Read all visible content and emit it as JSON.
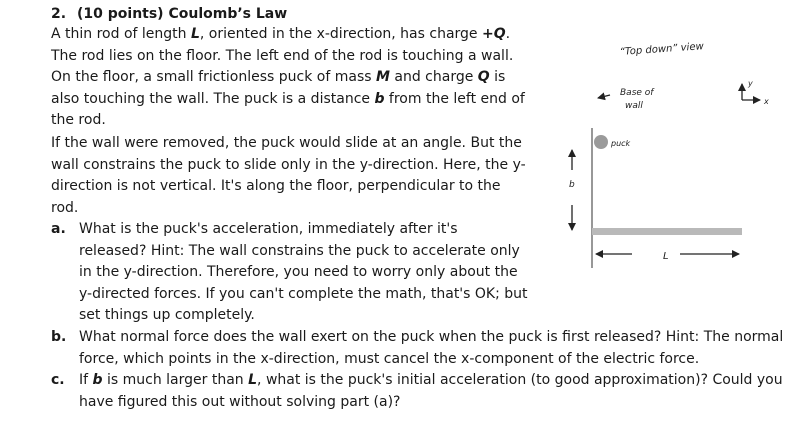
{
  "problem": {
    "number": "2.",
    "title": "(10 points) Coulomb’s Law"
  },
  "intro": {
    "p1_a": "A thin rod of length ",
    "var_L": "L",
    "p1_b": ", oriented in the x-direction, has charge ",
    "var_plusQ": "+Q",
    "p1_c": ". The rod lies on the floor. The left end of the rod is touching a wall. On the floor, a small frictionless puck of mass ",
    "var_M": "M",
    "p1_d": " and charge ",
    "var_Q": "Q",
    "p1_e": " is also touching the wall. The puck is a distance ",
    "var_b": "b",
    "p1_f": " from the left end of the rod.",
    "p2": "If the wall were removed, the puck would slide at an angle. But the wall constrains the puck to slide only in the y-direction. Here, the y-direction is not vertical. It's along the floor, perpendicular to the rod."
  },
  "parts": {
    "a": {
      "marker": "a.",
      "text": "What is the puck's acceleration, immediately after it's released? Hint: The wall constrains the puck to accelerate only in the y-direction. Therefore, you need to worry only about the y-directed forces. If you can't complete the math, that's OK; but set things up completely."
    },
    "b": {
      "marker": "b.",
      "text": "What normal force does the wall exert on the puck when the puck is first released? Hint: The normal force, which points in the x-direction, must cancel the x-component of the electric force."
    },
    "c": {
      "marker": "c.",
      "text_a": "If ",
      "var_b": "b",
      "text_b": " is much larger than ",
      "var_L": "L",
      "text_c": ", what is the puck's initial acceleration (to good approximation)? Could you have figured this out without solving part (a)?"
    }
  },
  "diagram": {
    "view_label": "“Top down” view",
    "wall_label_1": "Base of",
    "wall_label_2": "wall",
    "puck_label": "puck",
    "b_label": "b",
    "L_label": "L",
    "axis_y": "y",
    "axis_x": "x",
    "colors": {
      "rod": "#b9b9b9",
      "puck": "#9a9a9a",
      "wall": "#777777",
      "ink": "#222222"
    }
  }
}
